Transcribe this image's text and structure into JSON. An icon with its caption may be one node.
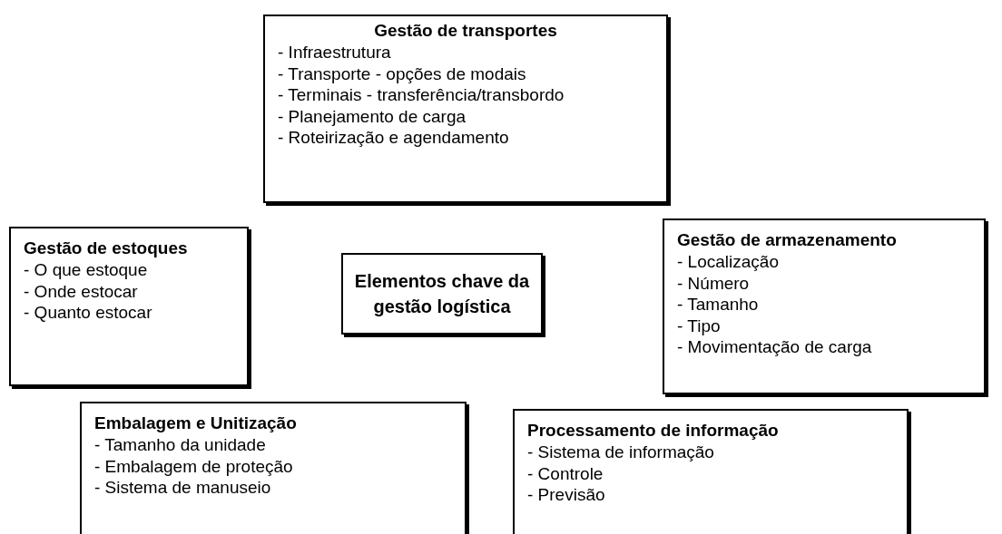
{
  "diagram": {
    "nodes": [
      {
        "text": [
          "Gestão de transportes",
          "- Infraestrutura",
          "- Transporte - opções de modais",
          "- Terminais - transferência/transbordo",
          "- Planejamento de carga",
          "- Roteirização e agendamento"
        ]
      },
      {
        "text": [
          "Gestão de estoques",
          "- O que estoque",
          "- Onde estocar",
          "- Quanto estocar"
        ]
      },
      {
        "text": [
          "Elementos chave da gestão logística"
        ]
      },
      {
        "text": [
          "Gestão de armazenamento",
          "- Localização",
          "- Número",
          "- Tamanho",
          "- Tipo",
          "- Movimentação de carga"
        ]
      },
      {
        "text": [
          "Embalagem e Unitização",
          "- Tamanho da unidade",
          "- Embalagem de proteção",
          "- Sistema de manuseio"
        ]
      },
      {
        "text": [
          "Processamento de informação",
          "- Sistema de informação",
          "- Controle",
          "- Previsão"
        ]
      }
    ]
  }
}
